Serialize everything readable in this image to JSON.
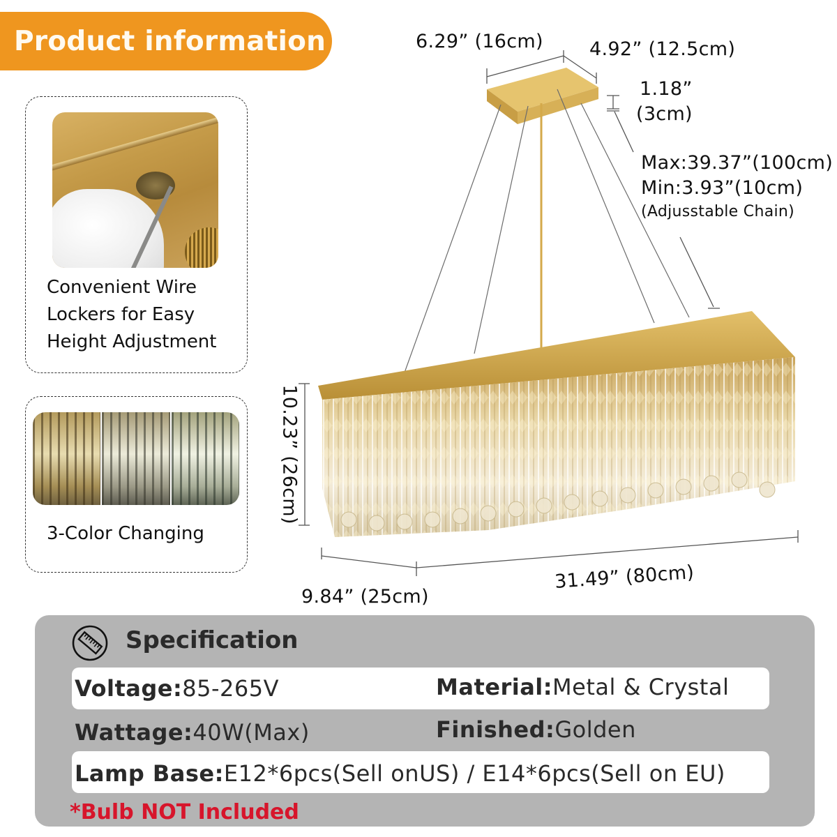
{
  "header": {
    "title": "Product information",
    "color": "#ef961f"
  },
  "features": [
    {
      "caption_lines": [
        "Convenient Wire",
        "Lockers for Easy",
        "Height Adjustment"
      ],
      "image": "wire-locker-photo"
    },
    {
      "caption_lines": [
        "3-Color Changing"
      ],
      "image": "three-color-swatches"
    }
  ],
  "dimensions": {
    "canopy_length": "6.29” (16cm)",
    "canopy_width": "4.92” (12.5cm)",
    "canopy_height_in": "1.18”",
    "canopy_height_cm": "(3cm)",
    "chain_max": "Max:39.37”(100cm)",
    "chain_min": "Min:3.93”(10cm)",
    "chain_note": "(Adjusstable Chain)",
    "body_height": "10.23” (26cm)",
    "body_length": "31.49” (80cm)",
    "body_depth": "9.84” (25cm)"
  },
  "specification": {
    "title": "Specification",
    "icon": "ruler-icon",
    "items": {
      "voltage": {
        "key": "Voltage:",
        "value": "85-265V"
      },
      "material": {
        "key": "Material:",
        "value": "Metal & Crystal"
      },
      "wattage": {
        "key": "Wattage:",
        "value": "40W(Max)"
      },
      "finished": {
        "key": "Finished:",
        "value": "Golden"
      },
      "lamp_base": {
        "key": "Lamp Base:",
        "value": "E12*6pcs(Sell onUS) / E14*6pcs(Sell on EU)"
      }
    },
    "note": "*Bulb NOT Included",
    "note_color": "#d7152b",
    "panel_color": "#b4b4b4"
  }
}
